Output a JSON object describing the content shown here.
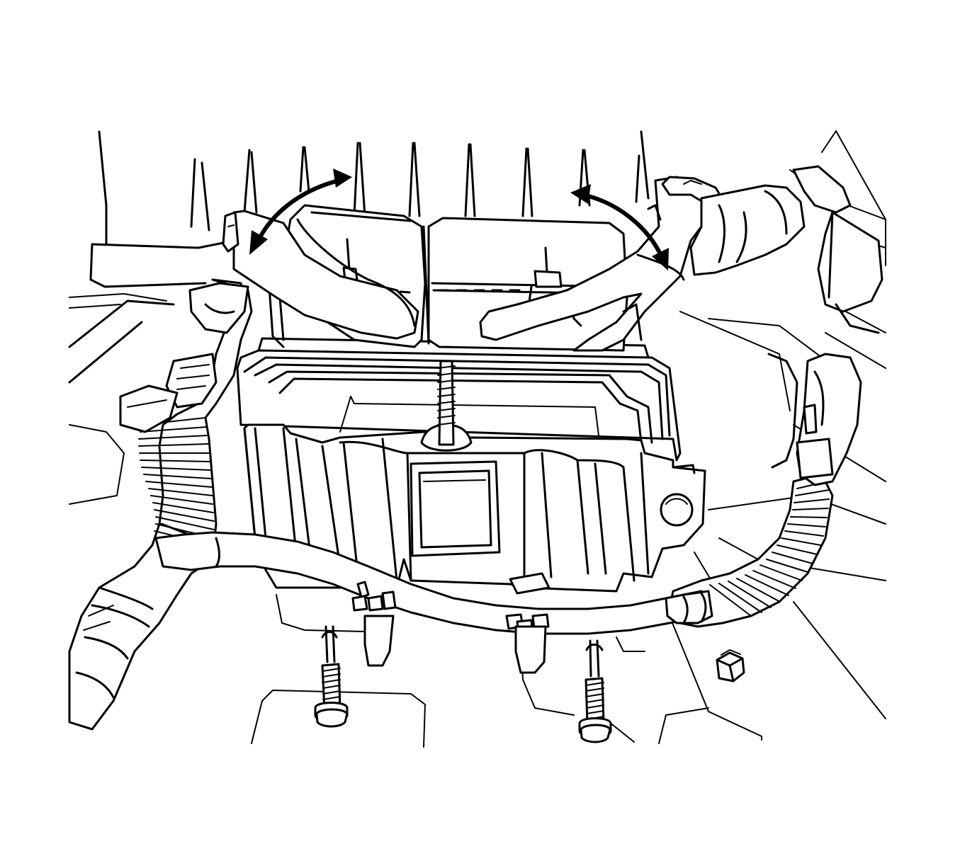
{
  "figure": {
    "components": [
      "ecm-module",
      "mounting-bracket",
      "left-harness-connector",
      "right-harness-connector",
      "left-wiring-harness",
      "right-wiring-harness",
      "bracket-rod",
      "left-mounting-bolt",
      "right-mounting-bolt",
      "center-stud",
      "hex-nut"
    ],
    "arrows": [
      {
        "name": "left-connector-lever",
        "direction": "bidirectional"
      },
      {
        "name": "right-connector-lever",
        "direction": "bidirectional"
      }
    ]
  }
}
